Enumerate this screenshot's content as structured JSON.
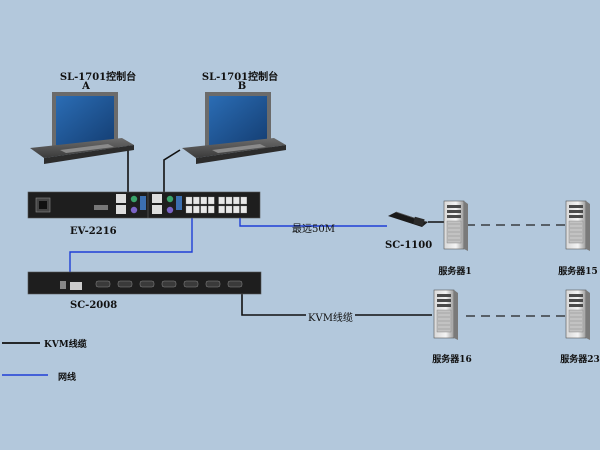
{
  "consoles": {
    "a": {
      "title": "SL-1701控制台",
      "letter": "A"
    },
    "b": {
      "title": "SL-1701控制台",
      "letter": "B"
    }
  },
  "devices": {
    "ev": "EV-2216",
    "sc2008": "SC-2008",
    "sc1100": "SC-1100"
  },
  "links": {
    "distance": "最远50M",
    "kvm_cable": "KVM线缆"
  },
  "servers": {
    "s1": "服务器1",
    "s15": "服务器15",
    "s16": "服务器16",
    "s23": "服务器23"
  },
  "legend": {
    "kvm": "KVM线缆",
    "net": "网线"
  },
  "colors": {
    "background": "#b3c8dc",
    "kvm_line": "#111111",
    "net_line": "#1f3fd6",
    "device_body": "#1e1e1e",
    "screen": "#1a4f8f"
  }
}
